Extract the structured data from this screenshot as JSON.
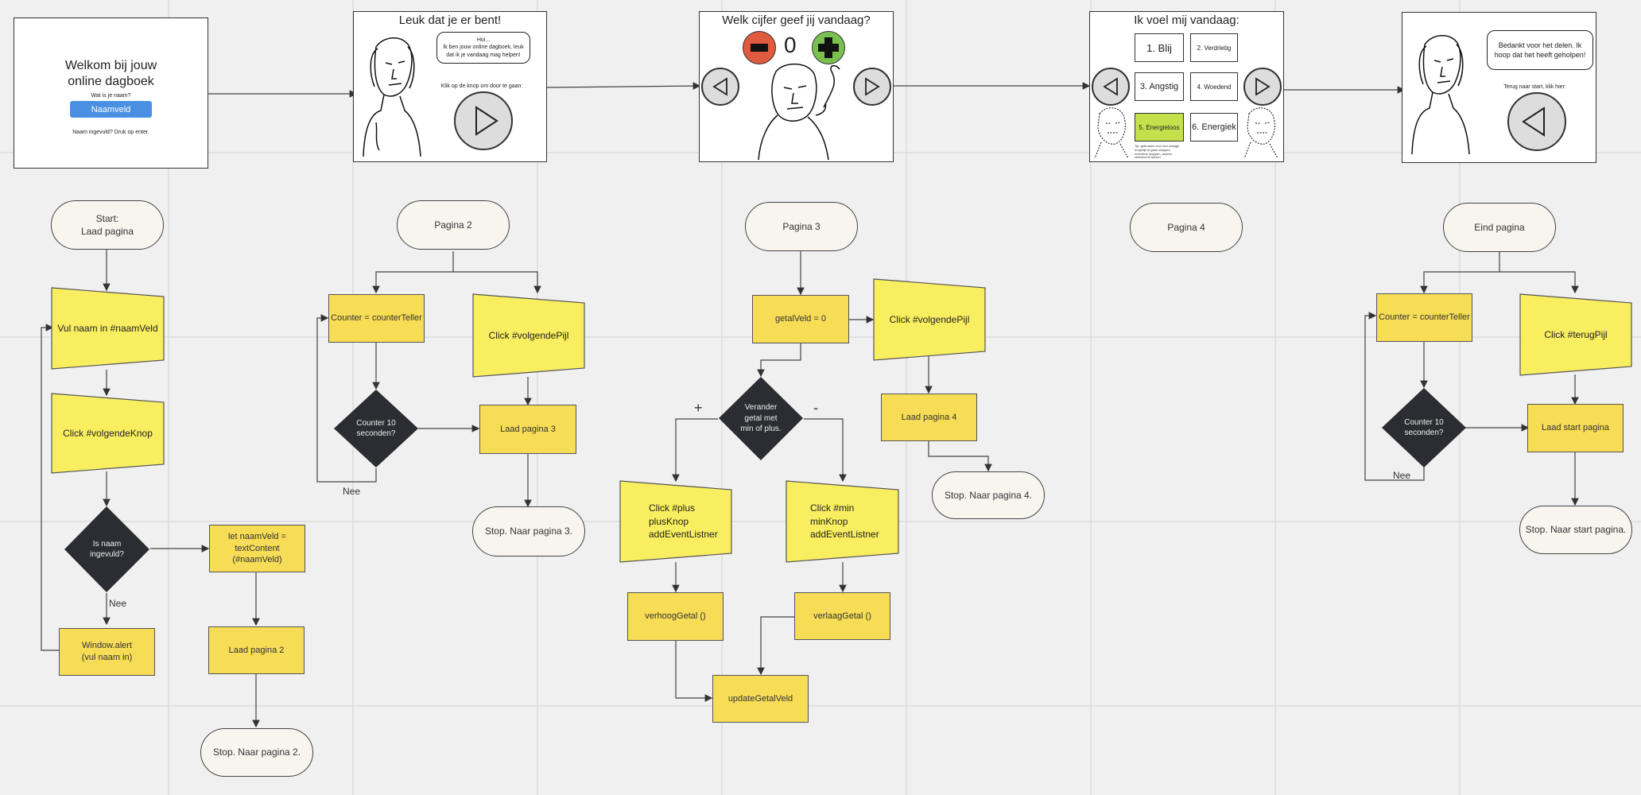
{
  "frames": {
    "welcome": {
      "title": "Welkom bij jouw online dagboek",
      "question": "Wat is je naam?",
      "name_field": "Naamveld",
      "hint": "Naam ingevuld? Druk op enter."
    },
    "page2": {
      "title": "Leuk dat je er bent!",
      "bubble": "Hoi...\nIk ben jouw online dagboek, leuk dat ik je vandaag mag helpen!",
      "hint": "Klik op de knop om door te gaan:"
    },
    "page3": {
      "title": "Welk cijfer geef jij vandaag?",
      "counter": "0"
    },
    "page4": {
      "title": "Ik voel mij vandaag:",
      "emotions": [
        "1. Blij",
        "2. Verdrietig",
        "3. Angstig",
        "4. Woedend",
        "5. Energieloos",
        "6. Energiek"
      ],
      "note": "Tip: gebruiken voor een vraagje mogelijk te gaan stappen, meerdere stappen, andere verkeerd te kiezen"
    },
    "end": {
      "bubble": "Bedankt voor het delen. Ik hoop dat het heeft geholpen!",
      "hint": "Terug naar start, klik hier:"
    }
  },
  "flow1": {
    "start": "Start:\nLaad pagina",
    "input_name": "Vul naam in #naamVeld",
    "click_next": "Click #volgendeKnop",
    "decision": "Is naam\ningevuld?",
    "no_label": "Nee",
    "alert": "Window.alert\n(vul naam in)",
    "let_name": "let naamVeld =\ntextContent (#naamVeld)",
    "load2": "Laad pagina 2",
    "stop": "Stop. Naar pagina 2."
  },
  "flow2": {
    "start": "Pagina 2",
    "counter": "Counter = counterTeller",
    "decision": "Counter 10\nseconden?",
    "no_label": "Nee",
    "click": "Click #volgendePijl",
    "load": "Laad pagina 3",
    "stop": "Stop. Naar pagina 3."
  },
  "flow3": {
    "start": "Pagina 3",
    "getal": "getalVeld = 0",
    "decision": "Verander\ngetal met\nmin of plus.",
    "plus_label": "+",
    "min_label": "-",
    "click_plus": "Click #plus\nplusKnop\naddEventListner",
    "click_min": "Click #min\nminKnop\naddEventListner",
    "verhoog": "verhoogGetal ()",
    "verlaag": "verlaagGetal ()",
    "update": "updateGetalVeld",
    "click_next": "Click #volgendePijl",
    "load": "Laad pagina 4",
    "stop": "Stop. Naar pagina 4."
  },
  "flow4": {
    "start": "Pagina 4"
  },
  "flow5": {
    "start": "Eind pagina",
    "counter": "Counter = counterTeller",
    "decision": "Counter 10\nseconden?",
    "no_label": "Nee",
    "click": "Click #terugPijl",
    "load": "Laad start pagina",
    "stop": "Stop. Naar start pagina."
  },
  "colors": {
    "process": "#f7dc55",
    "input": "#f9ee60",
    "decision": "#2b2d33",
    "terminal": "#f7f5ee",
    "highlight": "#c5e04a",
    "minus": "#e05a3e",
    "plus": "#7ac04f"
  }
}
